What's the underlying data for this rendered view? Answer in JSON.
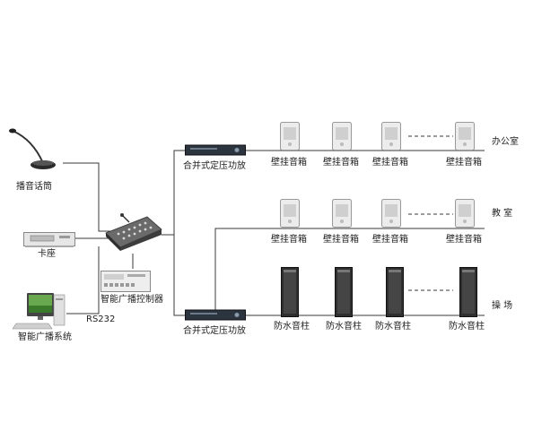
{
  "devices": {
    "microphone": "播音话筒",
    "deck": "卡座",
    "pc": "智能广播系统",
    "controller": "智能广播控制器",
    "rs232": "RS232",
    "amp_top": "合并式定压功放",
    "amp_bottom": "合并式定压功放"
  },
  "zones": {
    "office": "办公室",
    "classroom": "教 室",
    "playground": "操 场"
  },
  "speakers": {
    "wall": "壁挂音箱",
    "column": "防水音柱"
  },
  "colors": {
    "wire": "#3a3a3a",
    "speaker_body": "#ececec",
    "column_dark": "#2f2f2f"
  }
}
